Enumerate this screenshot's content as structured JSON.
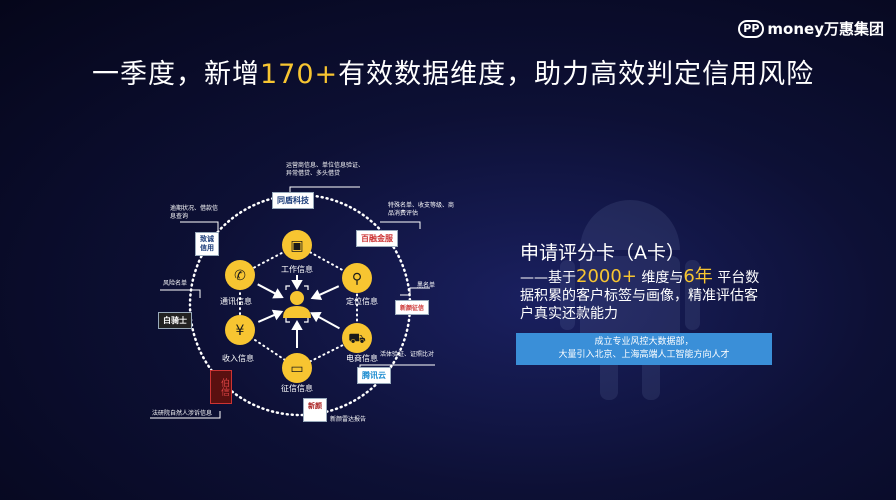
{
  "title": {
    "pre": "一季度，新增",
    "highlight": "170+",
    "post": "有效数据维度，助力高效判定信用风险"
  },
  "logo": {
    "pp": "PP",
    "text": "money万惠集团"
  },
  "diagram": {
    "center_icon": "user-icon",
    "inner_nodes": [
      {
        "label": "工作信息",
        "icon": "briefcase-icon"
      },
      {
        "label": "定位信息",
        "icon": "location-pin-icon"
      },
      {
        "label": "电商信息",
        "icon": "cart-icon"
      },
      {
        "label": "征信信息",
        "icon": "credit-card-icon"
      },
      {
        "label": "收入信息",
        "icon": "yen-icon"
      },
      {
        "label": "通讯信息",
        "icon": "phone-icon"
      }
    ],
    "partners": [
      {
        "name": "同盾科技",
        "note": "运营商信息、单位信息验证、异常借贷、多头借贷"
      },
      {
        "name": "百融金服",
        "note": "特殊名单、收支等级、商品消费评估"
      },
      {
        "name": "新颜征信",
        "note": "黑名单"
      },
      {
        "name": "腾讯云",
        "note": "活体验证、证照比对"
      },
      {
        "name": "新颜",
        "note": "新颜雷达报告"
      },
      {
        "name": "伯信",
        "note": "法研院自然人涉诉信息"
      },
      {
        "name": "白骑士",
        "note": "风险名单"
      },
      {
        "name": "致诚信用",
        "note": "逾期状况、借款信息查询"
      }
    ]
  },
  "card": {
    "title": "申请评分卡（A卡）",
    "p1": "——基于",
    "n1": "2000+",
    "p2": " 维度与",
    "n2": "6年",
    "p3": " 平台数据积累的客户标签与画像，精准评估客户真实还款能力",
    "banner1": "成立专业风控大数据部，",
    "banner2": "大量引入北京、上海高端人工智能方向人才"
  },
  "colors": {
    "accent": "#f7c531",
    "banner": "#3a8fd8"
  }
}
